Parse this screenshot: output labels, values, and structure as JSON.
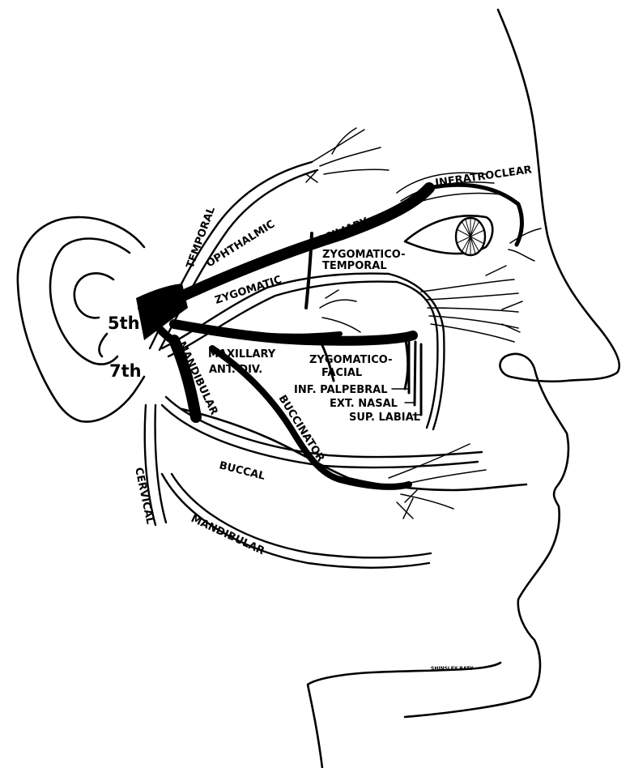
{
  "nerves": {
    "fifth": "5th",
    "seventh": "7th"
  },
  "labels": {
    "temporal": "TEMPORAL",
    "ophthalmic": "OPHTHALMIC",
    "nasociliary": "NASOCILIARY",
    "infratroclear": "INFRATROCLEAR",
    "zygomatico_temporal_1": "ZYGOMATICO-",
    "zygomatico_temporal_2": "TEMPORAL",
    "zygomatic": "ZYGOMATIC",
    "maxillary": "MAXILLARY",
    "ant_div": "ANT. DIV.",
    "mandibular_5th": "MANDIBULAR",
    "zygomatico_facial_1": "ZYGOMATICO-",
    "zygomatico_facial_2": "FACIAL",
    "inf_palpebral": "INF. PALPEBRAL",
    "ext_nasal": "EXT. NASAL",
    "sup_labial": "SUP. LABIAL",
    "buccinator": "BUCCINATOR",
    "buccal": "BUCCAL",
    "cervical": "CERVICAL",
    "mandibular_7th": "MANDIBULAR"
  },
  "signature": "SHINSLEY BATY"
}
